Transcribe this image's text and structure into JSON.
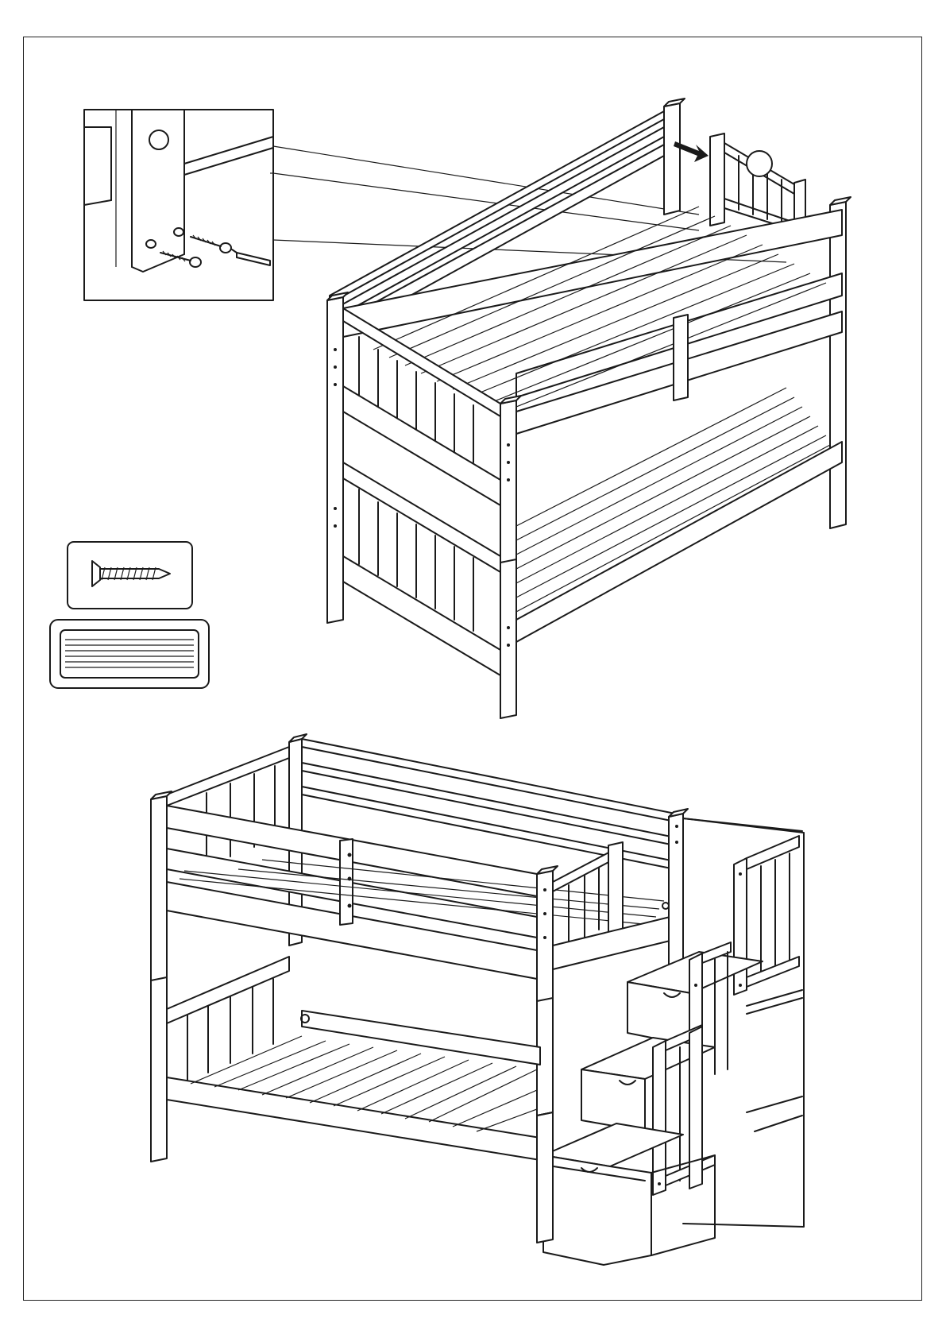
{
  "page": {
    "background": "#ffffff",
    "line_color": "#1a1a1a"
  },
  "steps": [
    {
      "name": "step-attach-guardrail",
      "icons": [
        "detail-callout",
        "screw-hardware-icon",
        "slat-hardware-icon",
        "arrow-icon"
      ]
    },
    {
      "name": "step-assembled-bed-with-stairs",
      "icons": [
        "bunk-bed-with-staircase"
      ]
    }
  ],
  "hardware": [
    {
      "icon": "screw-icon"
    },
    {
      "icon": "slat-icon"
    }
  ]
}
